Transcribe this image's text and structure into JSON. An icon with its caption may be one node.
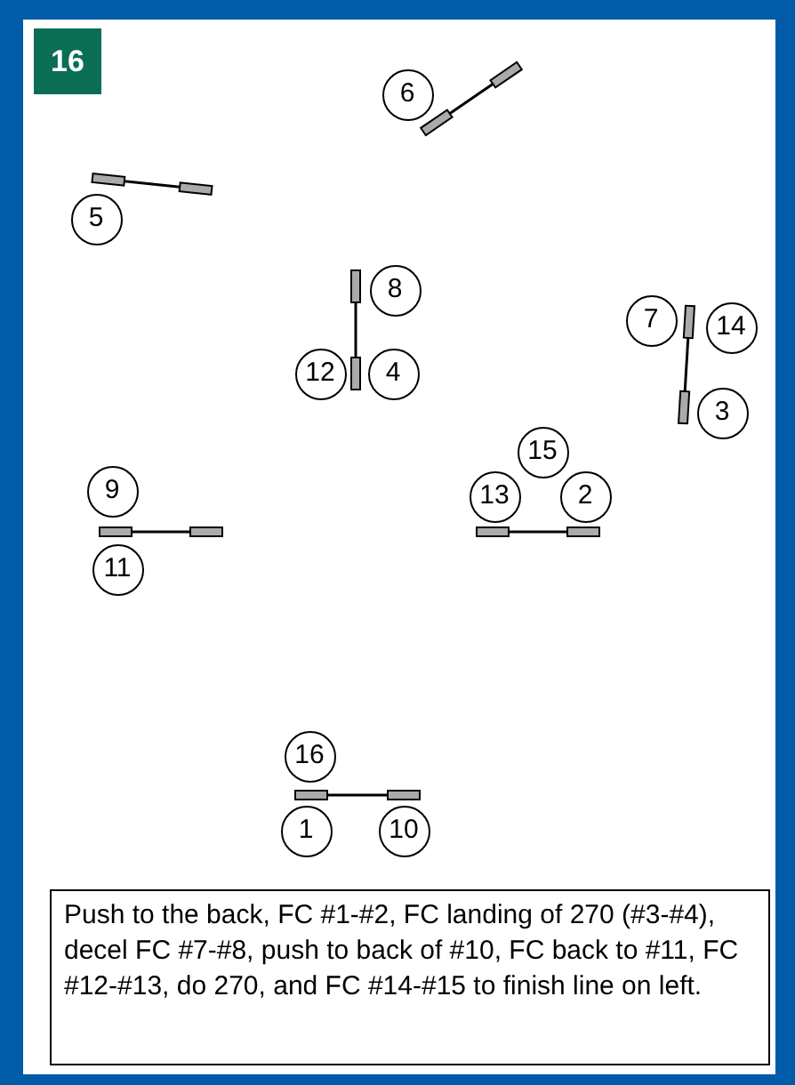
{
  "diagram": {
    "nodes": [
      {
        "text": [
          "16"
        ]
      },
      {
        "text": [
          "6"
        ]
      },
      {
        "text": [
          "5"
        ]
      },
      {
        "text": [
          "8"
        ]
      },
      {
        "text": [
          "7"
        ]
      },
      {
        "text": [
          "14"
        ]
      },
      {
        "text": [
          "12"
        ]
      },
      {
        "text": [
          "4"
        ]
      },
      {
        "text": [
          "3"
        ]
      },
      {
        "text": [
          "15"
        ]
      },
      {
        "text": [
          "9"
        ]
      },
      {
        "text": [
          "13"
        ]
      },
      {
        "text": [
          "2"
        ]
      },
      {
        "text": [
          "11"
        ]
      },
      {
        "text": [
          "16"
        ]
      },
      {
        "text": [
          "1"
        ]
      },
      {
        "text": [
          "10"
        ]
      },
      {
        "text": [
          "Push to the back, FC #1-#2, FC landing of 270 (#3-#4), decel FC #7-#8, push to back of #10, FC back to #11, FC #12-#13, do 270, and FC #14-#15 to finish line on left."
        ]
      }
    ]
  }
}
